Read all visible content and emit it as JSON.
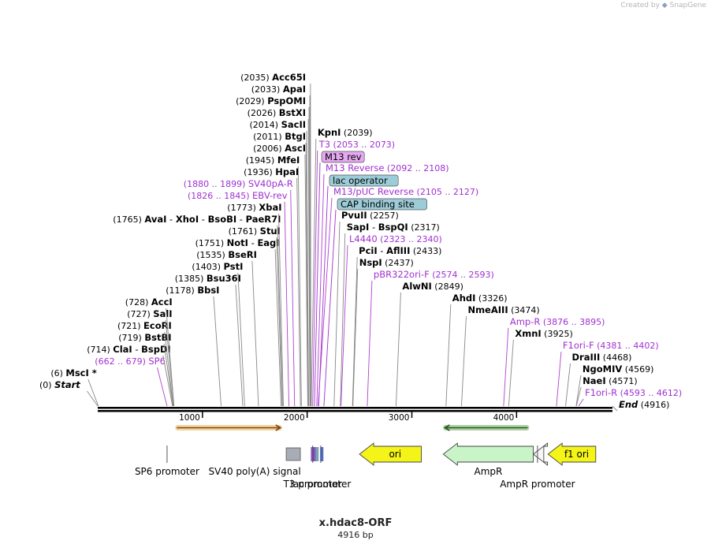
{
  "header": {
    "credit_text": "Created by",
    "credit_brand": "SnapGene"
  },
  "plasmid": {
    "name": "x.hdac8-ORF",
    "size_label": "4916 bp",
    "length": 4916
  },
  "colors": {
    "line": "#888888",
    "feature": "#a020d0",
    "text": "#000000",
    "primer": "#b040d0"
  },
  "ticks": [
    {
      "pos": 1000,
      "label": "1000"
    },
    {
      "pos": 2000,
      "label": "2000"
    },
    {
      "pos": 3000,
      "label": "3000"
    },
    {
      "pos": 4000,
      "label": "4000"
    }
  ],
  "left_labels": [
    {
      "pos": 0,
      "num": "(0)",
      "parts": [
        {
          "t": "Start",
          "s": "ends"
        }
      ]
    },
    {
      "pos": 6,
      "num": "(6)",
      "parts": [
        {
          "t": "MscI *",
          "s": "enz"
        }
      ]
    },
    {
      "pos": 662,
      "num": "(662 .. 679)",
      "parts": [
        {
          "t": "SP6",
          "s": "primer"
        }
      ]
    },
    {
      "pos": 714,
      "num": "(714)",
      "parts": [
        {
          "t": "ClaI",
          "s": "enz"
        },
        {
          "t": " - ",
          "s": "sep"
        },
        {
          "t": "BspDI",
          "s": "enz"
        }
      ]
    },
    {
      "pos": 719,
      "num": "(719)",
      "parts": [
        {
          "t": "BstBI",
          "s": "enz"
        }
      ]
    },
    {
      "pos": 721,
      "num": "(721)",
      "parts": [
        {
          "t": "EcoRI",
          "s": "enz"
        }
      ]
    },
    {
      "pos": 727,
      "num": "(727)",
      "parts": [
        {
          "t": "SalI",
          "s": "enz"
        }
      ]
    },
    {
      "pos": 728,
      "num": "(728)",
      "parts": [
        {
          "t": "AccI",
          "s": "enz"
        }
      ]
    },
    {
      "pos": 1178,
      "num": "(1178)",
      "parts": [
        {
          "t": "BbsI",
          "s": "enz"
        }
      ]
    },
    {
      "pos": 1385,
      "num": "(1385)",
      "parts": [
        {
          "t": "Bsu36I",
          "s": "enz"
        }
      ]
    },
    {
      "pos": 1403,
      "num": "(1403)",
      "parts": [
        {
          "t": "PstI",
          "s": "enz"
        }
      ]
    },
    {
      "pos": 1535,
      "num": "(1535)",
      "parts": [
        {
          "t": "BseRI",
          "s": "enz"
        }
      ]
    },
    {
      "pos": 1751,
      "num": "(1751)",
      "parts": [
        {
          "t": "NotI",
          "s": "enz"
        },
        {
          "t": " - ",
          "s": "sep"
        },
        {
          "t": "EagI",
          "s": "enz"
        }
      ]
    },
    {
      "pos": 1761,
      "num": "(1761)",
      "parts": [
        {
          "t": "StuI",
          "s": "enz"
        }
      ]
    },
    {
      "pos": 1765,
      "num": "(1765)",
      "parts": [
        {
          "t": "AvaI",
          "s": "enz"
        },
        {
          "t": " - ",
          "s": "sep"
        },
        {
          "t": "XhoI",
          "s": "enz"
        },
        {
          "t": " - ",
          "s": "sep"
        },
        {
          "t": "BsoBI",
          "s": "enz"
        },
        {
          "t": " - ",
          "s": "sep"
        },
        {
          "t": "PaeR7I",
          "s": "enz"
        }
      ]
    },
    {
      "pos": 1773,
      "num": "(1773)",
      "parts": [
        {
          "t": "XbaI",
          "s": "enz"
        }
      ]
    },
    {
      "pos": 1826,
      "num": "(1826 .. 1845)",
      "parts": [
        {
          "t": "EBV-rev",
          "s": "primer"
        }
      ]
    },
    {
      "pos": 1880,
      "num": "(1880 .. 1899)",
      "parts": [
        {
          "t": "SV40pA-R",
          "s": "primer"
        }
      ]
    },
    {
      "pos": 1936,
      "num": "(1936)",
      "parts": [
        {
          "t": "HpaI",
          "s": "enz"
        }
      ]
    },
    {
      "pos": 1945,
      "num": "(1945)",
      "parts": [
        {
          "t": "MfeI",
          "s": "enz"
        }
      ]
    },
    {
      "pos": 2006,
      "num": "(2006)",
      "parts": [
        {
          "t": "AscI",
          "s": "enz"
        }
      ]
    },
    {
      "pos": 2011,
      "num": "(2011)",
      "parts": [
        {
          "t": "BtgI",
          "s": "enz"
        }
      ]
    },
    {
      "pos": 2014,
      "num": "(2014)",
      "parts": [
        {
          "t": "SacII",
          "s": "enz"
        }
      ]
    },
    {
      "pos": 2026,
      "num": "(2026)",
      "parts": [
        {
          "t": "BstXI",
          "s": "enz"
        }
      ]
    },
    {
      "pos": 2029,
      "num": "(2029)",
      "parts": [
        {
          "t": "PspOMI",
          "s": "enz"
        }
      ]
    },
    {
      "pos": 2033,
      "num": "(2033)",
      "parts": [
        {
          "t": "ApaI",
          "s": "enz"
        }
      ]
    },
    {
      "pos": 2035,
      "num": "(2035)",
      "parts": [
        {
          "t": "Acc65I",
          "s": "enz"
        }
      ]
    }
  ],
  "right_labels": [
    {
      "pos": 2039,
      "parts": [
        {
          "t": "KpnI",
          "s": "enz"
        }
      ],
      "num": "(2039)"
    },
    {
      "pos": 2053,
      "parts": [
        {
          "t": "T3",
          "s": "primer"
        }
      ],
      "num": "(2053 .. 2073)"
    },
    {
      "pos": 2070,
      "parts": [
        {
          "t": "M13 rev",
          "s": "box_pink"
        }
      ],
      "num": ""
    },
    {
      "pos": 2092,
      "parts": [
        {
          "t": "M13 Reverse",
          "s": "primer"
        }
      ],
      "num": "(2092 .. 2108)"
    },
    {
      "pos": 2110,
      "parts": [
        {
          "t": "lac operator",
          "s": "box_blue"
        }
      ],
      "num": ""
    },
    {
      "pos": 2105,
      "parts": [
        {
          "t": "M13/pUC Reverse",
          "s": "primer"
        }
      ],
      "num": "(2105 .. 2127)"
    },
    {
      "pos": 2160,
      "parts": [
        {
          "t": "CAP binding site",
          "s": "box_blue"
        }
      ],
      "num": ""
    },
    {
      "pos": 2257,
      "parts": [
        {
          "t": "PvuII",
          "s": "enz"
        }
      ],
      "num": "(2257)"
    },
    {
      "pos": 2317,
      "parts": [
        {
          "t": "SapI",
          "s": "enz"
        },
        {
          "t": " - ",
          "s": "sep"
        },
        {
          "t": "BspQI",
          "s": "enz"
        }
      ],
      "num": "(2317)"
    },
    {
      "pos": 2323,
      "parts": [
        {
          "t": "L4440",
          "s": "primer"
        }
      ],
      "num": "(2323 .. 2340)"
    },
    {
      "pos": 2433,
      "parts": [
        {
          "t": "PciI",
          "s": "enz"
        },
        {
          "t": " - ",
          "s": "sep"
        },
        {
          "t": "AflIII",
          "s": "enz"
        }
      ],
      "num": "(2433)"
    },
    {
      "pos": 2437,
      "parts": [
        {
          "t": "NspI",
          "s": "enz"
        }
      ],
      "num": "(2437)"
    },
    {
      "pos": 2574,
      "parts": [
        {
          "t": "pBR322ori-F",
          "s": "primer"
        }
      ],
      "num": "(2574 .. 2593)"
    },
    {
      "pos": 2849,
      "parts": [
        {
          "t": "AlwNI",
          "s": "enz"
        }
      ],
      "num": "(2849)"
    },
    {
      "pos": 3326,
      "parts": [
        {
          "t": "AhdI",
          "s": "enz"
        }
      ],
      "num": "(3326)"
    },
    {
      "pos": 3474,
      "parts": [
        {
          "t": "NmeAIII",
          "s": "enz"
        }
      ],
      "num": "(3474)"
    },
    {
      "pos": 3876,
      "parts": [
        {
          "t": "Amp-R",
          "s": "primer"
        }
      ],
      "num": "(3876 .. 3895)"
    },
    {
      "pos": 3925,
      "parts": [
        {
          "t": "XmnI",
          "s": "enz"
        }
      ],
      "num": "(3925)"
    },
    {
      "pos": 4381,
      "parts": [
        {
          "t": "F1ori-F",
          "s": "primer"
        }
      ],
      "num": "(4381 .. 4402)"
    },
    {
      "pos": 4468,
      "parts": [
        {
          "t": "DraIII",
          "s": "enz"
        }
      ],
      "num": "(4468)"
    },
    {
      "pos": 4569,
      "parts": [
        {
          "t": "NgoMIV",
          "s": "enz"
        }
      ],
      "num": "(4569)"
    },
    {
      "pos": 4571,
      "parts": [
        {
          "t": "NaeI",
          "s": "enz"
        }
      ],
      "num": "(4571)"
    },
    {
      "pos": 4593,
      "parts": [
        {
          "t": "F1ori-R",
          "s": "primer"
        }
      ],
      "num": "(4593 .. 4612)"
    },
    {
      "pos": 4916,
      "parts": [
        {
          "t": "End",
          "s": "ends"
        }
      ],
      "num": "(4916)"
    }
  ],
  "features": [
    {
      "type": "orf",
      "start": 740,
      "end": 1760,
      "color": "#e8a030",
      "dir": "right"
    },
    {
      "type": "orf",
      "start": 3300,
      "end": 4120,
      "color": "#4a9a3a",
      "dir": "left"
    },
    {
      "type": "promoter",
      "start": 662,
      "end": 680,
      "label": "SP6 promoter"
    },
    {
      "type": "box",
      "start": 1800,
      "end": 1935,
      "color": "#a8acb4",
      "label": "SV40 poly(A) signal"
    },
    {
      "type": "promoter",
      "start": 2053,
      "end": 2071,
      "label": "T3 promoter"
    },
    {
      "type": "promoter",
      "start": 2130,
      "end": 2160,
      "label": "lac promoter"
    },
    {
      "type": "arrow",
      "start": 2500,
      "end": 3090,
      "color": "#f4f418",
      "dir": "left",
      "label": "ori"
    },
    {
      "type": "arrow",
      "start": 3300,
      "end": 4160,
      "color": "#c8f4c8",
      "dir": "left",
      "label": "AmpR"
    },
    {
      "type": "arrow",
      "start": 4160,
      "end": 4260,
      "color": "#f6f6f6",
      "dir": "left"
    },
    {
      "type": "arrow",
      "start": 4300,
      "end": 4756,
      "color": "#f4f418",
      "dir": "left",
      "label": "f1 ori"
    },
    {
      "type": "promoter",
      "start": 4200,
      "end": 4210,
      "label": "AmpR promoter"
    }
  ]
}
